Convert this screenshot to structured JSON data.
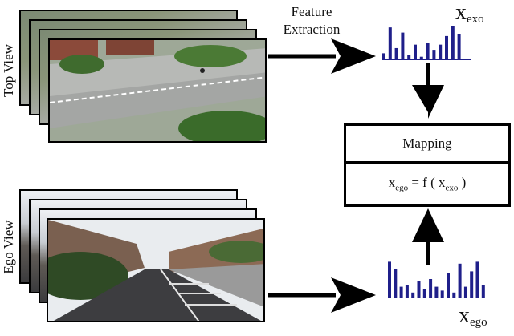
{
  "labels": {
    "top_view": "Top View",
    "ego_view": "Ego View",
    "feature_extraction_line1": "Feature",
    "feature_extraction_line2": "Extraction",
    "x_exo_main": "x",
    "x_exo_sub": "exo",
    "x_ego_main": "x",
    "x_ego_sub": "ego",
    "mapping": "Mapping",
    "formula_x": "x",
    "formula_sub_ego": "ego",
    "formula_eq": " = f ( x",
    "formula_sub_exo": "exo",
    "formula_close": " )"
  },
  "colors": {
    "bars": "#1f1f8a",
    "arrows": "#000000"
  },
  "histograms": {
    "exo": [
      0.2,
      0.95,
      0.35,
      0.8,
      0.15,
      0.45,
      0.1,
      0.5,
      0.3,
      0.45,
      0.7,
      1.0,
      0.75
    ],
    "ego": [
      0.95,
      0.75,
      0.3,
      0.35,
      0.15,
      0.45,
      0.25,
      0.5,
      0.3,
      0.2,
      0.65,
      0.15,
      0.9,
      0.3,
      0.7,
      0.95,
      0.35
    ]
  }
}
